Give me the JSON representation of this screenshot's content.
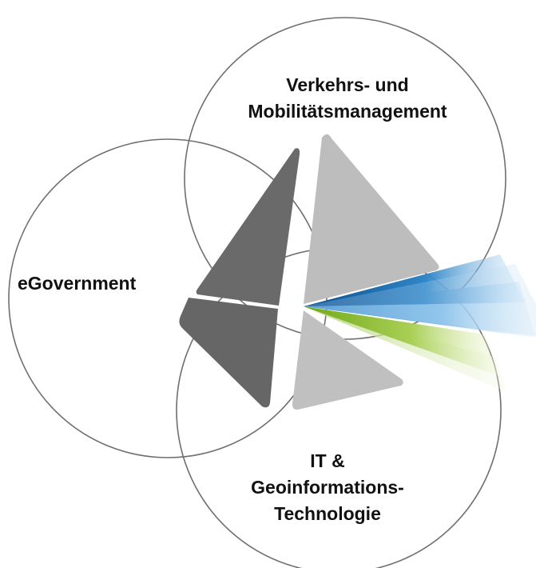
{
  "circles": {
    "top": {
      "name": "Verkehrs- und Mobilitätsmanagement",
      "lines": [
        "Verkehrs- und",
        "Mobilitätsmanagement"
      ]
    },
    "left": {
      "name": "eGovernment",
      "lines": [
        "eGovernment"
      ]
    },
    "bottom": {
      "name": "IT & Geoinformations-Technologie",
      "lines": [
        "IT &",
        "Geoinformations-",
        "Technologie"
      ]
    }
  },
  "colors": {
    "circle_stroke": "#6f6f6f",
    "shard_dark": "#6a6a6a",
    "shard_light": "#bdbdbd",
    "beam_blue_dark": "#0f5fa0",
    "beam_blue_light": "#5aa2dc",
    "beam_green": "#8cbf2a",
    "beam_green_light": "#cfe39a"
  },
  "icons": [
    "triangle-shard-logo",
    "light-beam-graphic"
  ]
}
